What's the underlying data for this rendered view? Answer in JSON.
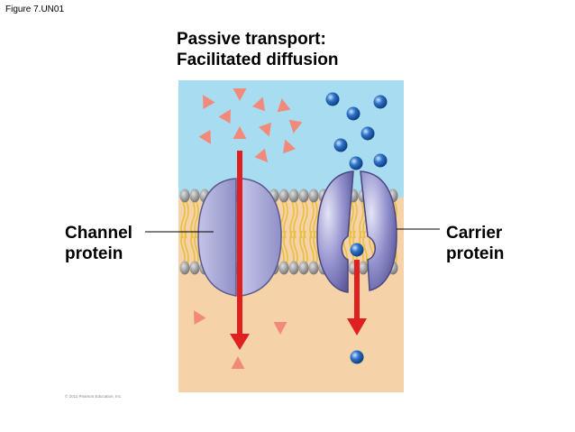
{
  "figure_label": "Figure 7.UN01",
  "title": {
    "line1": "Passive transport:",
    "line2": "Facilitated diffusion"
  },
  "labels": {
    "channel": {
      "line1": "Channel",
      "line2": "protein"
    },
    "carrier": {
      "line1": "Carrier",
      "line2": "protein"
    }
  },
  "credit": "© 2011 Pearson Education, Inc.",
  "colors": {
    "extracellular": "#a8dcf0",
    "cytoplasm": "#f6d2a8",
    "phospholipid_head": "#9a9a9a",
    "lipid_tail": "#e8c040",
    "channel_protein": "#a9a9d6",
    "carrier_protein": "#8e8cc4",
    "arrow": "#e02020",
    "triangle_solute": "#f28a7c",
    "sphere_solute": "#2f73c8"
  }
}
